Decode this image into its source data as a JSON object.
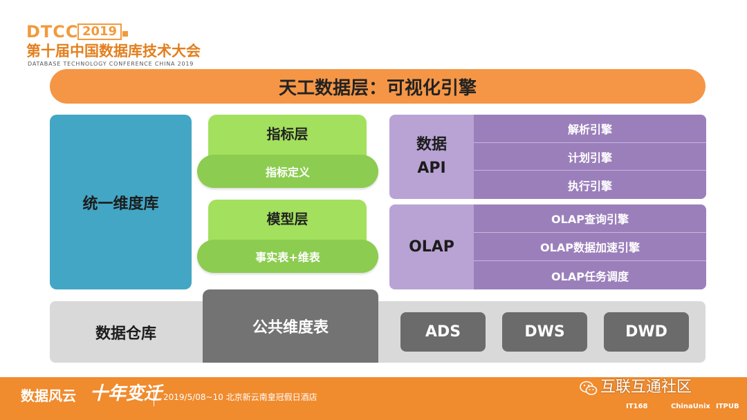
{
  "header": {
    "brand": "DTCC",
    "year": "2019",
    "conference_title": "第十届中国数据库技术大会",
    "conference_subtitle": "DATABASE TECHNOLOGY CONFERENCE CHINA 2019"
  },
  "banner": {
    "title": "天工数据层：可视化引擎"
  },
  "left_block": {
    "label": "统一维度库"
  },
  "indicator": {
    "layer_label": "指标层",
    "definition_label": "指标定义"
  },
  "model": {
    "layer_label": "模型层",
    "detail_label": "事实表+维表"
  },
  "data_api": {
    "label": "数据\nAPI",
    "label_line1": "数据",
    "label_line2": "API",
    "items": [
      "解析引擎",
      "计划引擎",
      "执行引擎"
    ]
  },
  "olap": {
    "label": "OLAP",
    "items": [
      "OLAP查询引擎",
      "OLAP数据加速引擎",
      "OLAP任务调度"
    ]
  },
  "warehouse": {
    "label": "数据仓库",
    "public_dim": "公共维度表",
    "layers": [
      "ADS",
      "DWS",
      "DWD"
    ]
  },
  "footer": {
    "slogan": "数据风云",
    "ten_years": "十年变迁",
    "info": "2019/5/08~10  北京新云南皇冠假日酒店",
    "watermark": "互联互通社区",
    "sponsors": [
      "IT168",
      "ChinaUnix",
      "ITPUB"
    ]
  },
  "colors": {
    "accent_orange": "#f59646",
    "blue": "#42a6c4",
    "green": "#a3e05d",
    "purple": "#9b7fbb",
    "gray_dark": "#6b6b6b"
  }
}
